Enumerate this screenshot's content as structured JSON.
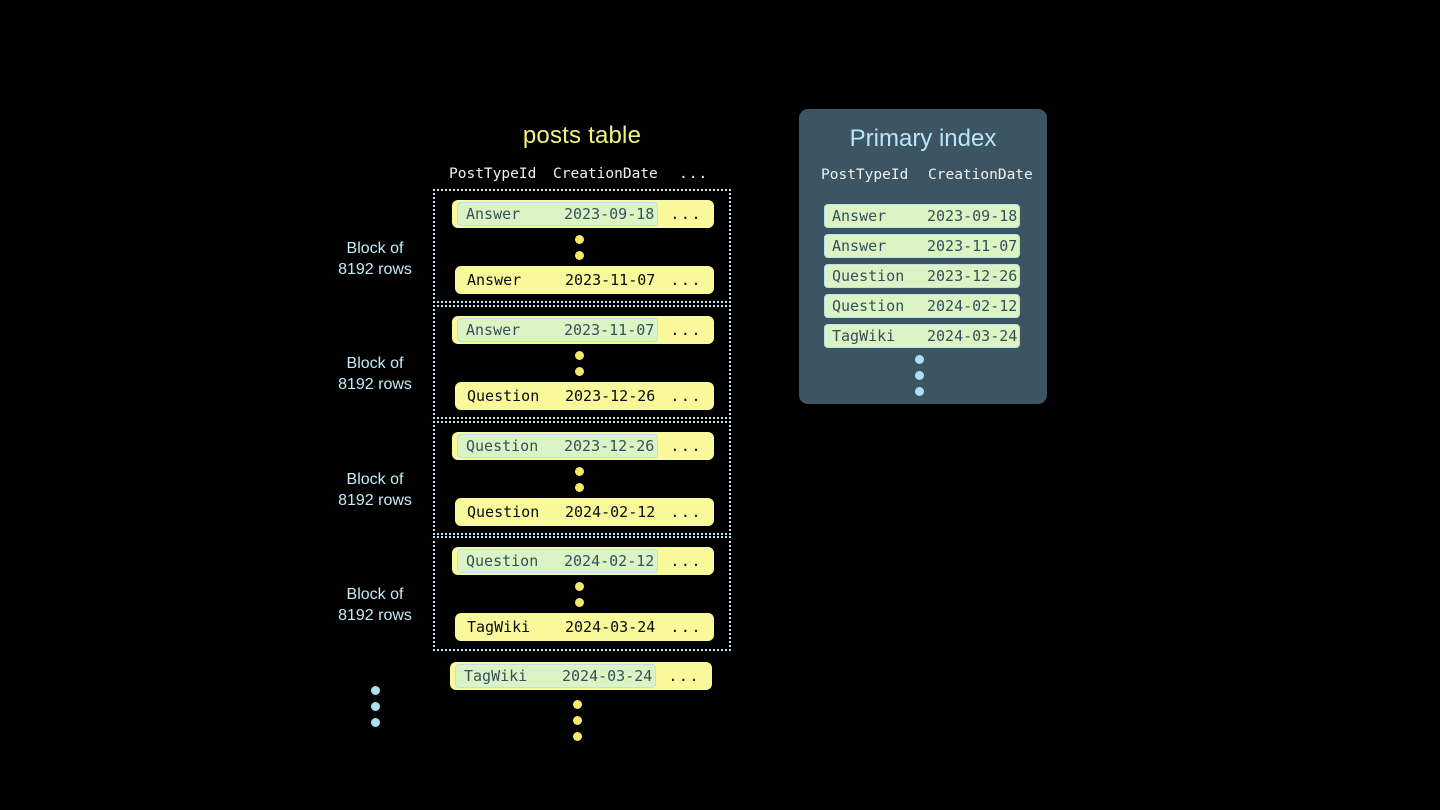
{
  "posts_table": {
    "title": "posts table",
    "columns": [
      "PostTypeId",
      "CreationDate",
      "..."
    ],
    "block_label": "Block of\n8192 rows",
    "block_label_line1": "Block of",
    "block_label_line2": "8192 rows",
    "more_glyph": "...",
    "blocks": [
      {
        "label_line1": "Block of",
        "label_line2": "8192 rows",
        "first_row": {
          "post_type_id": "Answer",
          "creation_date": "2023-09-18",
          "more": "...",
          "highlighted": true
        },
        "last_row": {
          "post_type_id": "Answer",
          "creation_date": "2023-11-07",
          "more": "...",
          "highlighted": false
        }
      },
      {
        "label_line1": "Block of",
        "label_line2": "8192 rows",
        "first_row": {
          "post_type_id": "Answer",
          "creation_date": "2023-11-07",
          "more": "...",
          "highlighted": true
        },
        "last_row": {
          "post_type_id": "Question",
          "creation_date": "2023-12-26",
          "more": "...",
          "highlighted": false
        }
      },
      {
        "label_line1": "Block of",
        "label_line2": "8192 rows",
        "first_row": {
          "post_type_id": "Question",
          "creation_date": "2023-12-26",
          "more": "...",
          "highlighted": true
        },
        "last_row": {
          "post_type_id": "Question",
          "creation_date": "2024-02-12",
          "more": "...",
          "highlighted": false
        }
      },
      {
        "label_line1": "Block of",
        "label_line2": "8192 rows",
        "first_row": {
          "post_type_id": "Question",
          "creation_date": "2024-02-12",
          "more": "...",
          "highlighted": true
        },
        "last_row": {
          "post_type_id": "TagWiki",
          "creation_date": "2024-03-24",
          "more": "...",
          "highlighted": false
        }
      }
    ],
    "trailing_row": {
      "post_type_id": "TagWiki",
      "creation_date": "2024-03-24",
      "more": "...",
      "highlighted": true
    }
  },
  "primary_index": {
    "title": "Primary index",
    "columns": [
      "PostTypeId",
      "CreationDate"
    ],
    "rows": [
      {
        "post_type_id": "Answer",
        "creation_date": "2023-09-18"
      },
      {
        "post_type_id": "Answer",
        "creation_date": "2023-11-07"
      },
      {
        "post_type_id": "Question",
        "creation_date": "2023-12-26"
      },
      {
        "post_type_id": "Question",
        "creation_date": "2024-02-12"
      },
      {
        "post_type_id": "TagWiki",
        "creation_date": "2024-03-24"
      }
    ]
  },
  "colors": {
    "background": "#000000",
    "row_yellow": "#f9f99c",
    "key_highlight_green": "#dcf3c4",
    "key_highlight_border": "#b8e2ef",
    "accent_blue": "#b9e5f7",
    "accent_yellow": "#f4f47c",
    "panel_slate": "#3d5562",
    "dot_yellow": "#f4e96a",
    "dot_blue": "#a9e2f4"
  }
}
